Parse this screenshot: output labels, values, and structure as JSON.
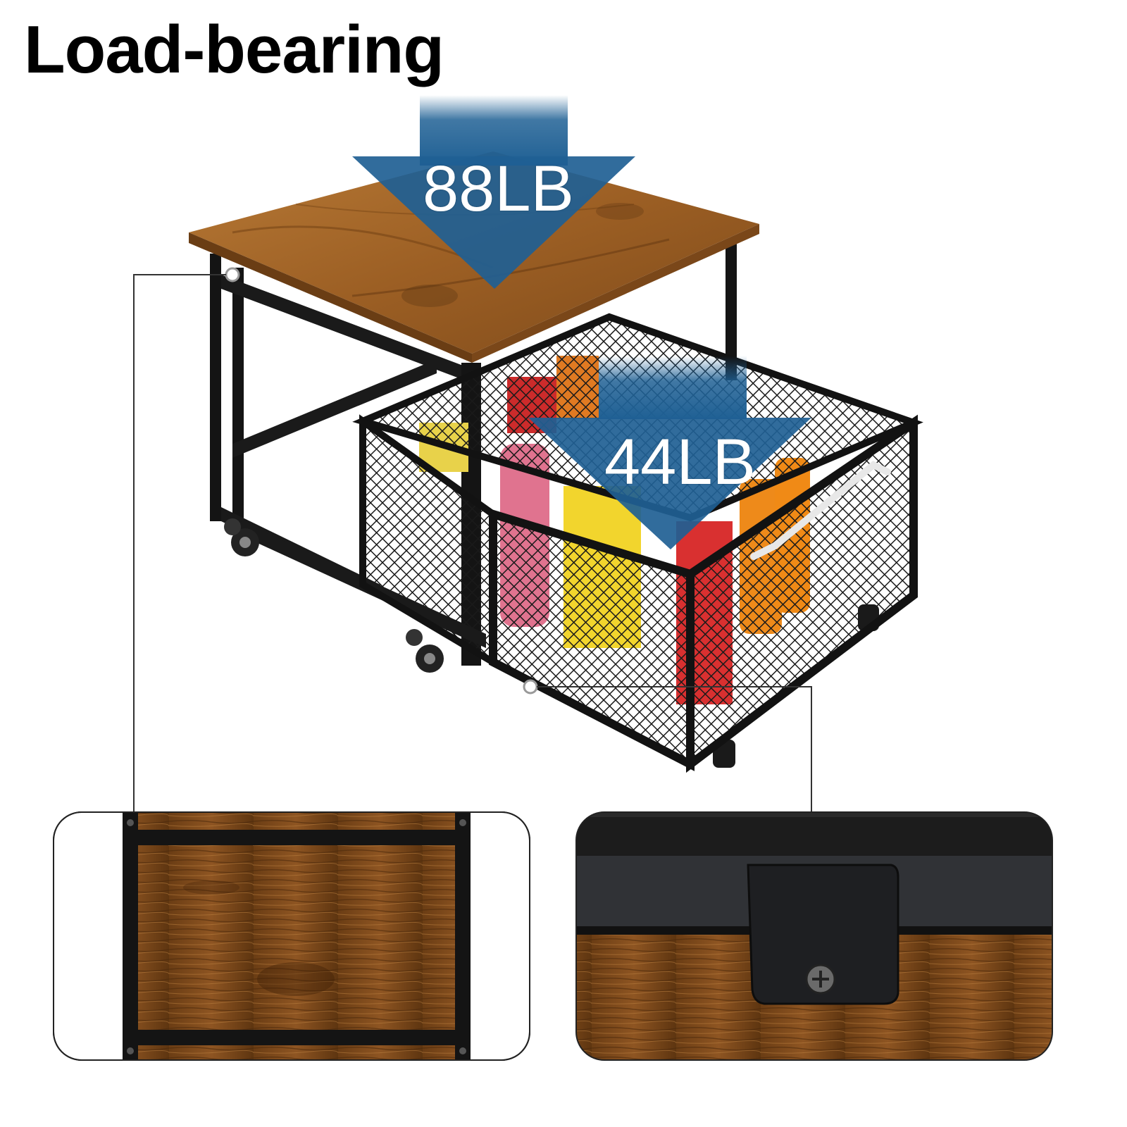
{
  "heading": "Load-bearing",
  "loads": {
    "top_capacity": "88LB",
    "drawer_capacity": "44LB"
  },
  "colors": {
    "arrow_blue": "#1f6094",
    "wood": "#a8692a",
    "frame": "#141414"
  },
  "icons": {
    "top_arrow": "down-arrow-icon",
    "drawer_arrow": "down-arrow-icon"
  }
}
